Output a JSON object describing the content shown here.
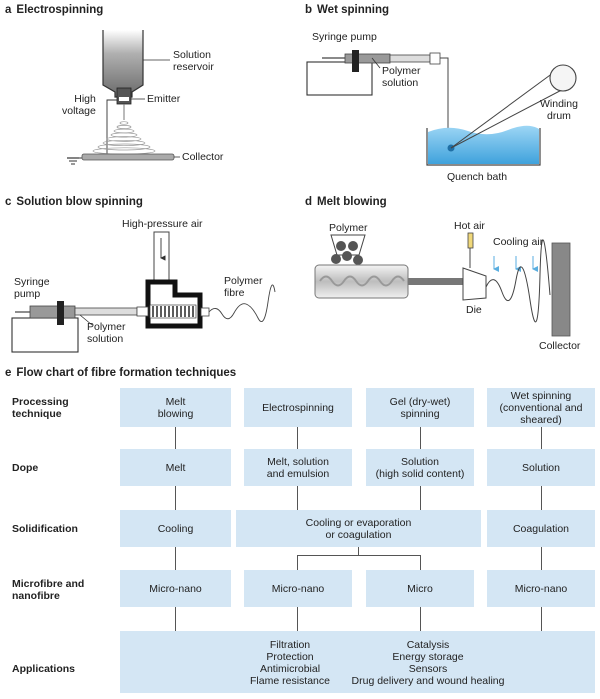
{
  "panels": {
    "a": {
      "letter": "a",
      "title": "Electrospinning",
      "labels": {
        "reservoir": "Solution\nreservoir",
        "high_voltage": "High\nvoltage",
        "emitter": "Emitter",
        "collector": "Collector"
      }
    },
    "b": {
      "letter": "b",
      "title": "Wet spinning",
      "labels": {
        "syringe_pump": "Syringe pump",
        "polymer_solution": "Polymer\nsolution",
        "winding_drum": "Winding\ndrum",
        "quench_bath": "Quench bath"
      }
    },
    "c": {
      "letter": "c",
      "title": "Solution blow spinning",
      "labels": {
        "high_pressure_air": "High-pressure air",
        "syringe_pump": "Syringe\npump",
        "polymer_solution": "Polymer\nsolution",
        "polymer_fibre": "Polymer\nfibre"
      }
    },
    "d": {
      "letter": "d",
      "title": "Melt blowing",
      "labels": {
        "polymer": "Polymer",
        "hot_air": "Hot air",
        "cooling_air": "Cooling air",
        "die": "Die",
        "collector": "Collector"
      }
    },
    "e": {
      "letter": "e",
      "title": "Flow chart of fibre formation techniques"
    }
  },
  "flowchart": {
    "row_labels": {
      "processing": "Processing\ntechnique",
      "dope": "Dope",
      "solidification": "Solidification",
      "microfibre": "Microfibre and\nnanofibre",
      "applications": "Applications"
    },
    "processing": [
      "Melt\nblowing",
      "Electrospinning",
      "Gel (dry-wet)\nspinning",
      "Wet spinning\n(conventional and\nsheared)"
    ],
    "dope": [
      "Melt",
      "Melt, solution\nand emulsion",
      "Solution\n(high solid content)",
      "Solution"
    ],
    "solidification": [
      "Cooling",
      "Cooling or evaporation\nor coagulation",
      "Coagulation"
    ],
    "microfibre": [
      "Micro-nano",
      "Micro-nano",
      "Micro",
      "Micro-nano"
    ],
    "applications": {
      "left": "Filtration\nProtection\nAntimicrobial\nFlame resistance",
      "right": "Catalysis\nEnergy storage\nSensors\nDrug delivery and wound healing"
    }
  },
  "colors": {
    "box_fill": "#d4e6f4",
    "water": "#5fb3e6",
    "gray": "#8c8c8c",
    "dark": "#222222",
    "arrow_blue": "#5aaee0"
  }
}
